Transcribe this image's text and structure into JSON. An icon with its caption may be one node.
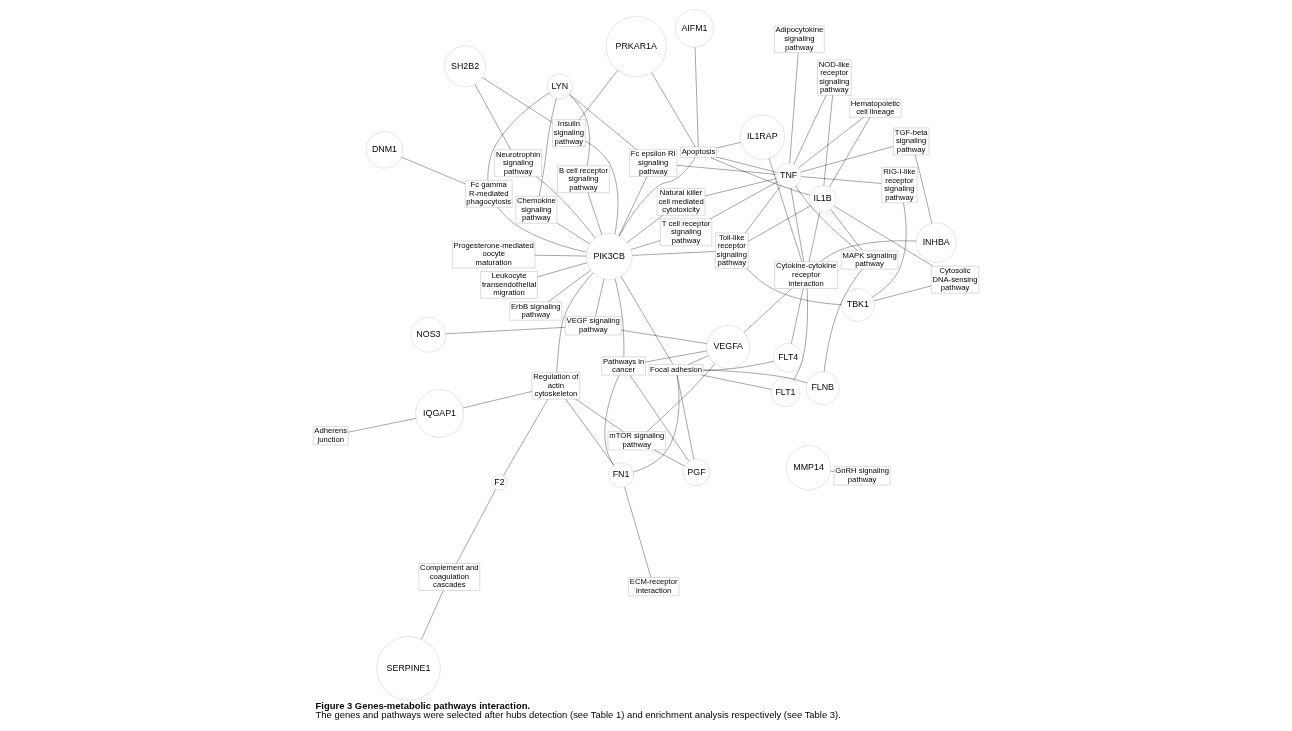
{
  "diagram": {
    "title": "Figure 3 Genes-metabolic pathways interaction.",
    "caption": "The genes and pathways were selected after hubs detection (see Table 1) and enrichment analysis respectively (see Table 3).",
    "nodes": [
      {
        "text": [
          "MMP14"
        ]
      },
      {
        "text": [
          "NOS3"
        ]
      },
      {
        "text": [
          "VEGFA"
        ]
      },
      {
        "text": [
          "Adherens junction"
        ]
      },
      {
        "text": [
          "GnRH signaling pathway"
        ]
      },
      {
        "text": [
          "VEGF signaling pathway"
        ]
      },
      {
        "text": [
          "IQGAP1"
        ]
      },
      {
        "text": [
          "FLT4"
        ]
      },
      {
        "text": [
          "FLT1"
        ]
      },
      {
        "text": [
          "FLNB"
        ]
      },
      {
        "text": [
          "SERPINE1"
        ]
      },
      {
        "text": [
          "ECM-receptor interaction"
        ]
      },
      {
        "text": [
          "FN1"
        ]
      },
      {
        "text": [
          "mTOR signaling pathway"
        ]
      },
      {
        "text": [
          "INHBA"
        ]
      },
      {
        "text": [
          "Complement and coagulation cascades"
        ]
      },
      {
        "text": [
          "Focal adhesion"
        ]
      },
      {
        "text": [
          "Cytokine-cytokine receptor interaction"
        ]
      },
      {
        "text": [
          "PGF"
        ]
      },
      {
        "text": [
          "TGF-beta signaling pathway"
        ]
      },
      {
        "text": [
          "F2"
        ]
      },
      {
        "text": [
          "Regulation of actin cytoskeleton"
        ]
      },
      {
        "text": [
          "Hematopoietic cell lineage"
        ]
      },
      {
        "text": [
          "T cell receptor signaling pathway"
        ]
      },
      {
        "text": [
          "MAPK signaling pathway"
        ]
      },
      {
        "text": [
          "Neurotrophin signaling pathway"
        ]
      },
      {
        "text": [
          "Pathways in cancer"
        ]
      },
      {
        "text": [
          "ErbB signaling pathway"
        ]
      },
      {
        "text": [
          "Natural killer cell mediated cytotoxicity"
        ]
      },
      {
        "text": [
          "Toll-like receptor signaling pathway"
        ]
      },
      {
        "text": [
          "Leukocyte transendothelial migration"
        ]
      },
      {
        "text": [
          "PIK3CB"
        ]
      },
      {
        "text": [
          "DNM1"
        ]
      },
      {
        "text": [
          "SH2B2"
        ]
      },
      {
        "text": [
          "PRKAR1A"
        ]
      },
      {
        "text": [
          "IL1RAP"
        ]
      },
      {
        "text": [
          "TNF"
        ]
      },
      {
        "text": [
          "IL1B"
        ]
      },
      {
        "text": [
          "TBK1"
        ]
      },
      {
        "text": [
          "Adipocytokine signaling pathway"
        ]
      },
      {
        "text": [
          "Progesterone-mediated oocyte maturation"
        ]
      },
      {
        "text": [
          "Fc gamma R-mediated phagocytosis"
        ]
      },
      {
        "text": [
          "Insulin signaling pathway"
        ]
      },
      {
        "text": [
          "B cell receptor signaling pathway"
        ]
      },
      {
        "text": [
          "Apoptosis"
        ]
      },
      {
        "text": [
          "AIFM1"
        ]
      },
      {
        "text": [
          "RIG-I-like receptor signaling pathway"
        ]
      },
      {
        "text": [
          "Chemokine signaling pathway"
        ]
      },
      {
        "text": [
          "LYN"
        ]
      },
      {
        "text": [
          "Fc epsilon RI signaling pathway"
        ]
      },
      {
        "text": [
          "NOD-like receptor signaling pathway"
        ]
      },
      {
        "text": [
          "Cytosolic DNA-sensing pathway"
        ]
      }
    ],
    "edges": [
      {
        "from": 0,
        "to": 4,
        "arrow": "none"
      },
      {
        "from": 1,
        "to": 5,
        "arrow": "none"
      },
      {
        "from": 2,
        "to": 5,
        "arrow": "none"
      },
      {
        "from": 2,
        "to": 26,
        "arrow": "none"
      },
      {
        "from": 2,
        "to": 13,
        "arrow": "none"
      },
      {
        "from": 2,
        "to": 16,
        "arrow": "none"
      },
      {
        "from": 2,
        "to": 17,
        "arrow": "none"
      },
      {
        "from": 3,
        "to": 6,
        "arrow": "none"
      },
      {
        "from": 6,
        "to": 21,
        "arrow": "none"
      },
      {
        "from": 5,
        "to": 31,
        "arrow": "none"
      },
      {
        "from": 10,
        "to": 15,
        "arrow": "none"
      },
      {
        "from": 15,
        "to": 20,
        "arrow": "none"
      },
      {
        "from": 11,
        "to": 12,
        "arrow": "none"
      },
      {
        "from": 12,
        "to": 16,
        "arrow": "none"
      },
      {
        "from": 12,
        "to": 21,
        "arrow": "none"
      },
      {
        "from": 12,
        "to": 26,
        "arrow": "none"
      },
      {
        "from": 13,
        "to": 18,
        "arrow": "none"
      },
      {
        "from": 13,
        "to": 21,
        "arrow": "none"
      },
      {
        "from": 18,
        "to": 16,
        "arrow": "none"
      },
      {
        "from": 18,
        "to": 26,
        "arrow": "none"
      },
      {
        "from": 20,
        "to": 21,
        "arrow": "none"
      },
      {
        "from": 7,
        "to": 16,
        "arrow": "none"
      },
      {
        "from": 7,
        "to": 17,
        "arrow": "none"
      },
      {
        "from": 8,
        "to": 16,
        "arrow": "none"
      },
      {
        "from": 8,
        "to": 17,
        "arrow": "none"
      },
      {
        "from": 9,
        "to": 16,
        "arrow": "none"
      },
      {
        "from": 9,
        "to": 24,
        "arrow": "none"
      },
      {
        "from": 14,
        "to": 17,
        "arrow": "none"
      },
      {
        "from": 14,
        "to": 19,
        "arrow": "none"
      },
      {
        "from": 16,
        "to": 31,
        "arrow": "none"
      },
      {
        "from": 21,
        "to": 31,
        "arrow": "none"
      },
      {
        "from": 17,
        "to": 35,
        "arrow": "none"
      },
      {
        "from": 17,
        "to": 36,
        "arrow": "none"
      },
      {
        "from": 17,
        "to": 37,
        "arrow": "none"
      },
      {
        "from": 22,
        "to": 36,
        "arrow": "none"
      },
      {
        "from": 22,
        "to": 37,
        "arrow": "none"
      },
      {
        "from": 19,
        "to": 36,
        "arrow": "none"
      },
      {
        "from": 24,
        "to": 36,
        "arrow": "none"
      },
      {
        "from": 24,
        "to": 37,
        "arrow": "none"
      },
      {
        "from": 23,
        "to": 31,
        "arrow": "none"
      },
      {
        "from": 23,
        "to": 36,
        "arrow": "none"
      },
      {
        "from": 28,
        "to": 31,
        "arrow": "none"
      },
      {
        "from": 28,
        "to": 36,
        "arrow": "none"
      },
      {
        "from": 29,
        "to": 31,
        "arrow": "none"
      },
      {
        "from": 29,
        "to": 36,
        "arrow": "none"
      },
      {
        "from": 29,
        "to": 37,
        "arrow": "none"
      },
      {
        "from": 29,
        "to": 38,
        "arrow": "none"
      },
      {
        "from": 26,
        "to": 31,
        "arrow": "none"
      },
      {
        "from": 30,
        "to": 31,
        "arrow": "none"
      },
      {
        "from": 27,
        "to": 31,
        "arrow": "none"
      },
      {
        "from": 25,
        "to": 31,
        "arrow": "none"
      },
      {
        "from": 25,
        "to": 33,
        "arrow": "none"
      },
      {
        "from": 33,
        "to": 42,
        "arrow": "none"
      },
      {
        "from": 32,
        "to": 41,
        "arrow": "none"
      },
      {
        "from": 31,
        "to": 40,
        "arrow": "none"
      },
      {
        "from": 31,
        "to": 41,
        "arrow": "none"
      },
      {
        "from": 31,
        "to": 47,
        "arrow": "none"
      },
      {
        "from": 31,
        "to": 42,
        "arrow": "none"
      },
      {
        "from": 31,
        "to": 43,
        "arrow": "none"
      },
      {
        "from": 31,
        "to": 49,
        "arrow": "none"
      },
      {
        "from": 31,
        "to": 44,
        "arrow": "none"
      },
      {
        "from": 43,
        "to": 48,
        "arrow": "none"
      },
      {
        "from": 41,
        "to": 48,
        "arrow": "none"
      },
      {
        "from": 47,
        "to": 48,
        "arrow": "none"
      },
      {
        "from": 48,
        "to": 49,
        "arrow": "none"
      },
      {
        "from": 34,
        "to": 42,
        "arrow": "none"
      },
      {
        "from": 34,
        "to": 44,
        "arrow": "none"
      },
      {
        "from": 35,
        "to": 44,
        "arrow": "none"
      },
      {
        "from": 36,
        "to": 44,
        "arrow": "none"
      },
      {
        "from": 37,
        "to": 44,
        "arrow": "none"
      },
      {
        "from": 44,
        "to": 45,
        "arrow": "none"
      },
      {
        "from": 36,
        "to": 49,
        "arrow": "none"
      },
      {
        "from": 36,
        "to": 50,
        "arrow": "none"
      },
      {
        "from": 36,
        "to": 46,
        "arrow": "none"
      },
      {
        "from": 36,
        "to": 39,
        "arrow": "none"
      },
      {
        "from": 37,
        "to": 50,
        "arrow": "none"
      },
      {
        "from": 37,
        "to": 51,
        "arrow": "none"
      },
      {
        "from": 38,
        "to": 46,
        "arrow": "none"
      },
      {
        "from": 38,
        "to": 51,
        "arrow": "none"
      }
    ]
  }
}
